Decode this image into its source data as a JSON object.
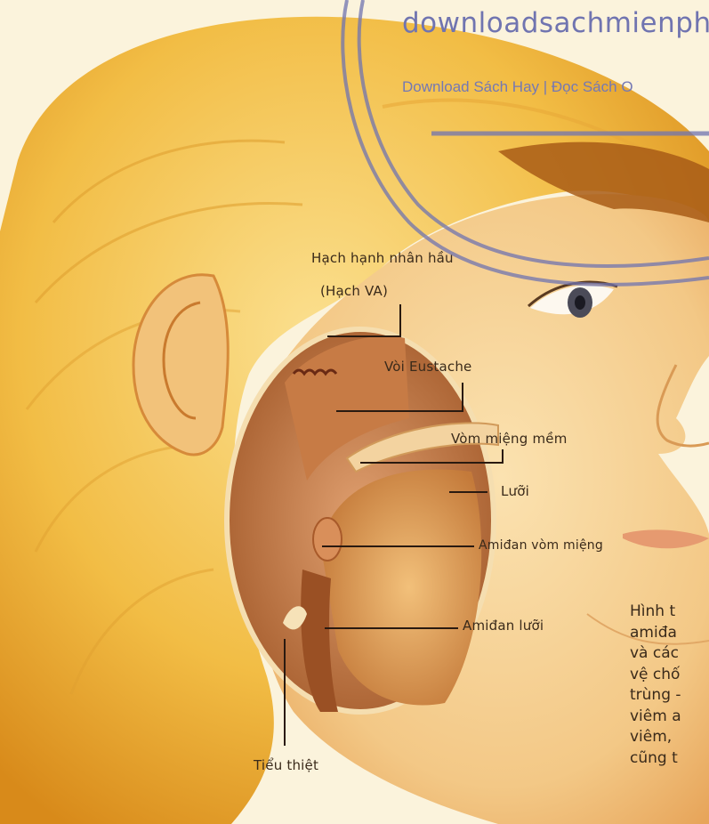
{
  "watermark": {
    "title": "downloadsachmienphi.",
    "subtitle": "Download Sách Hay | Đọc Sách O"
  },
  "labels": {
    "adenoid": "Hạch hạnh nhân hầu",
    "adenoid_alt": "(Hạch VA)",
    "eustachian": "Vòi Eustache",
    "soft_palate": "Vòm miệng mềm",
    "tongue": "Lưỡi",
    "palatine_tonsil": "Amiđan vòm miệng",
    "lingual_tonsil": "Amiđan lưỡi",
    "epiglottis": "Tiểu thiệt"
  },
  "caption": {
    "lines": [
      "Hình t",
      "amiđa",
      "và các",
      "vệ chố",
      "trùng -",
      "viêm a",
      "viêm,",
      "cũng t"
    ]
  },
  "colors": {
    "hair": "#f0bb3c",
    "skin": "#f6d08e",
    "watermark": "#7074b0"
  }
}
